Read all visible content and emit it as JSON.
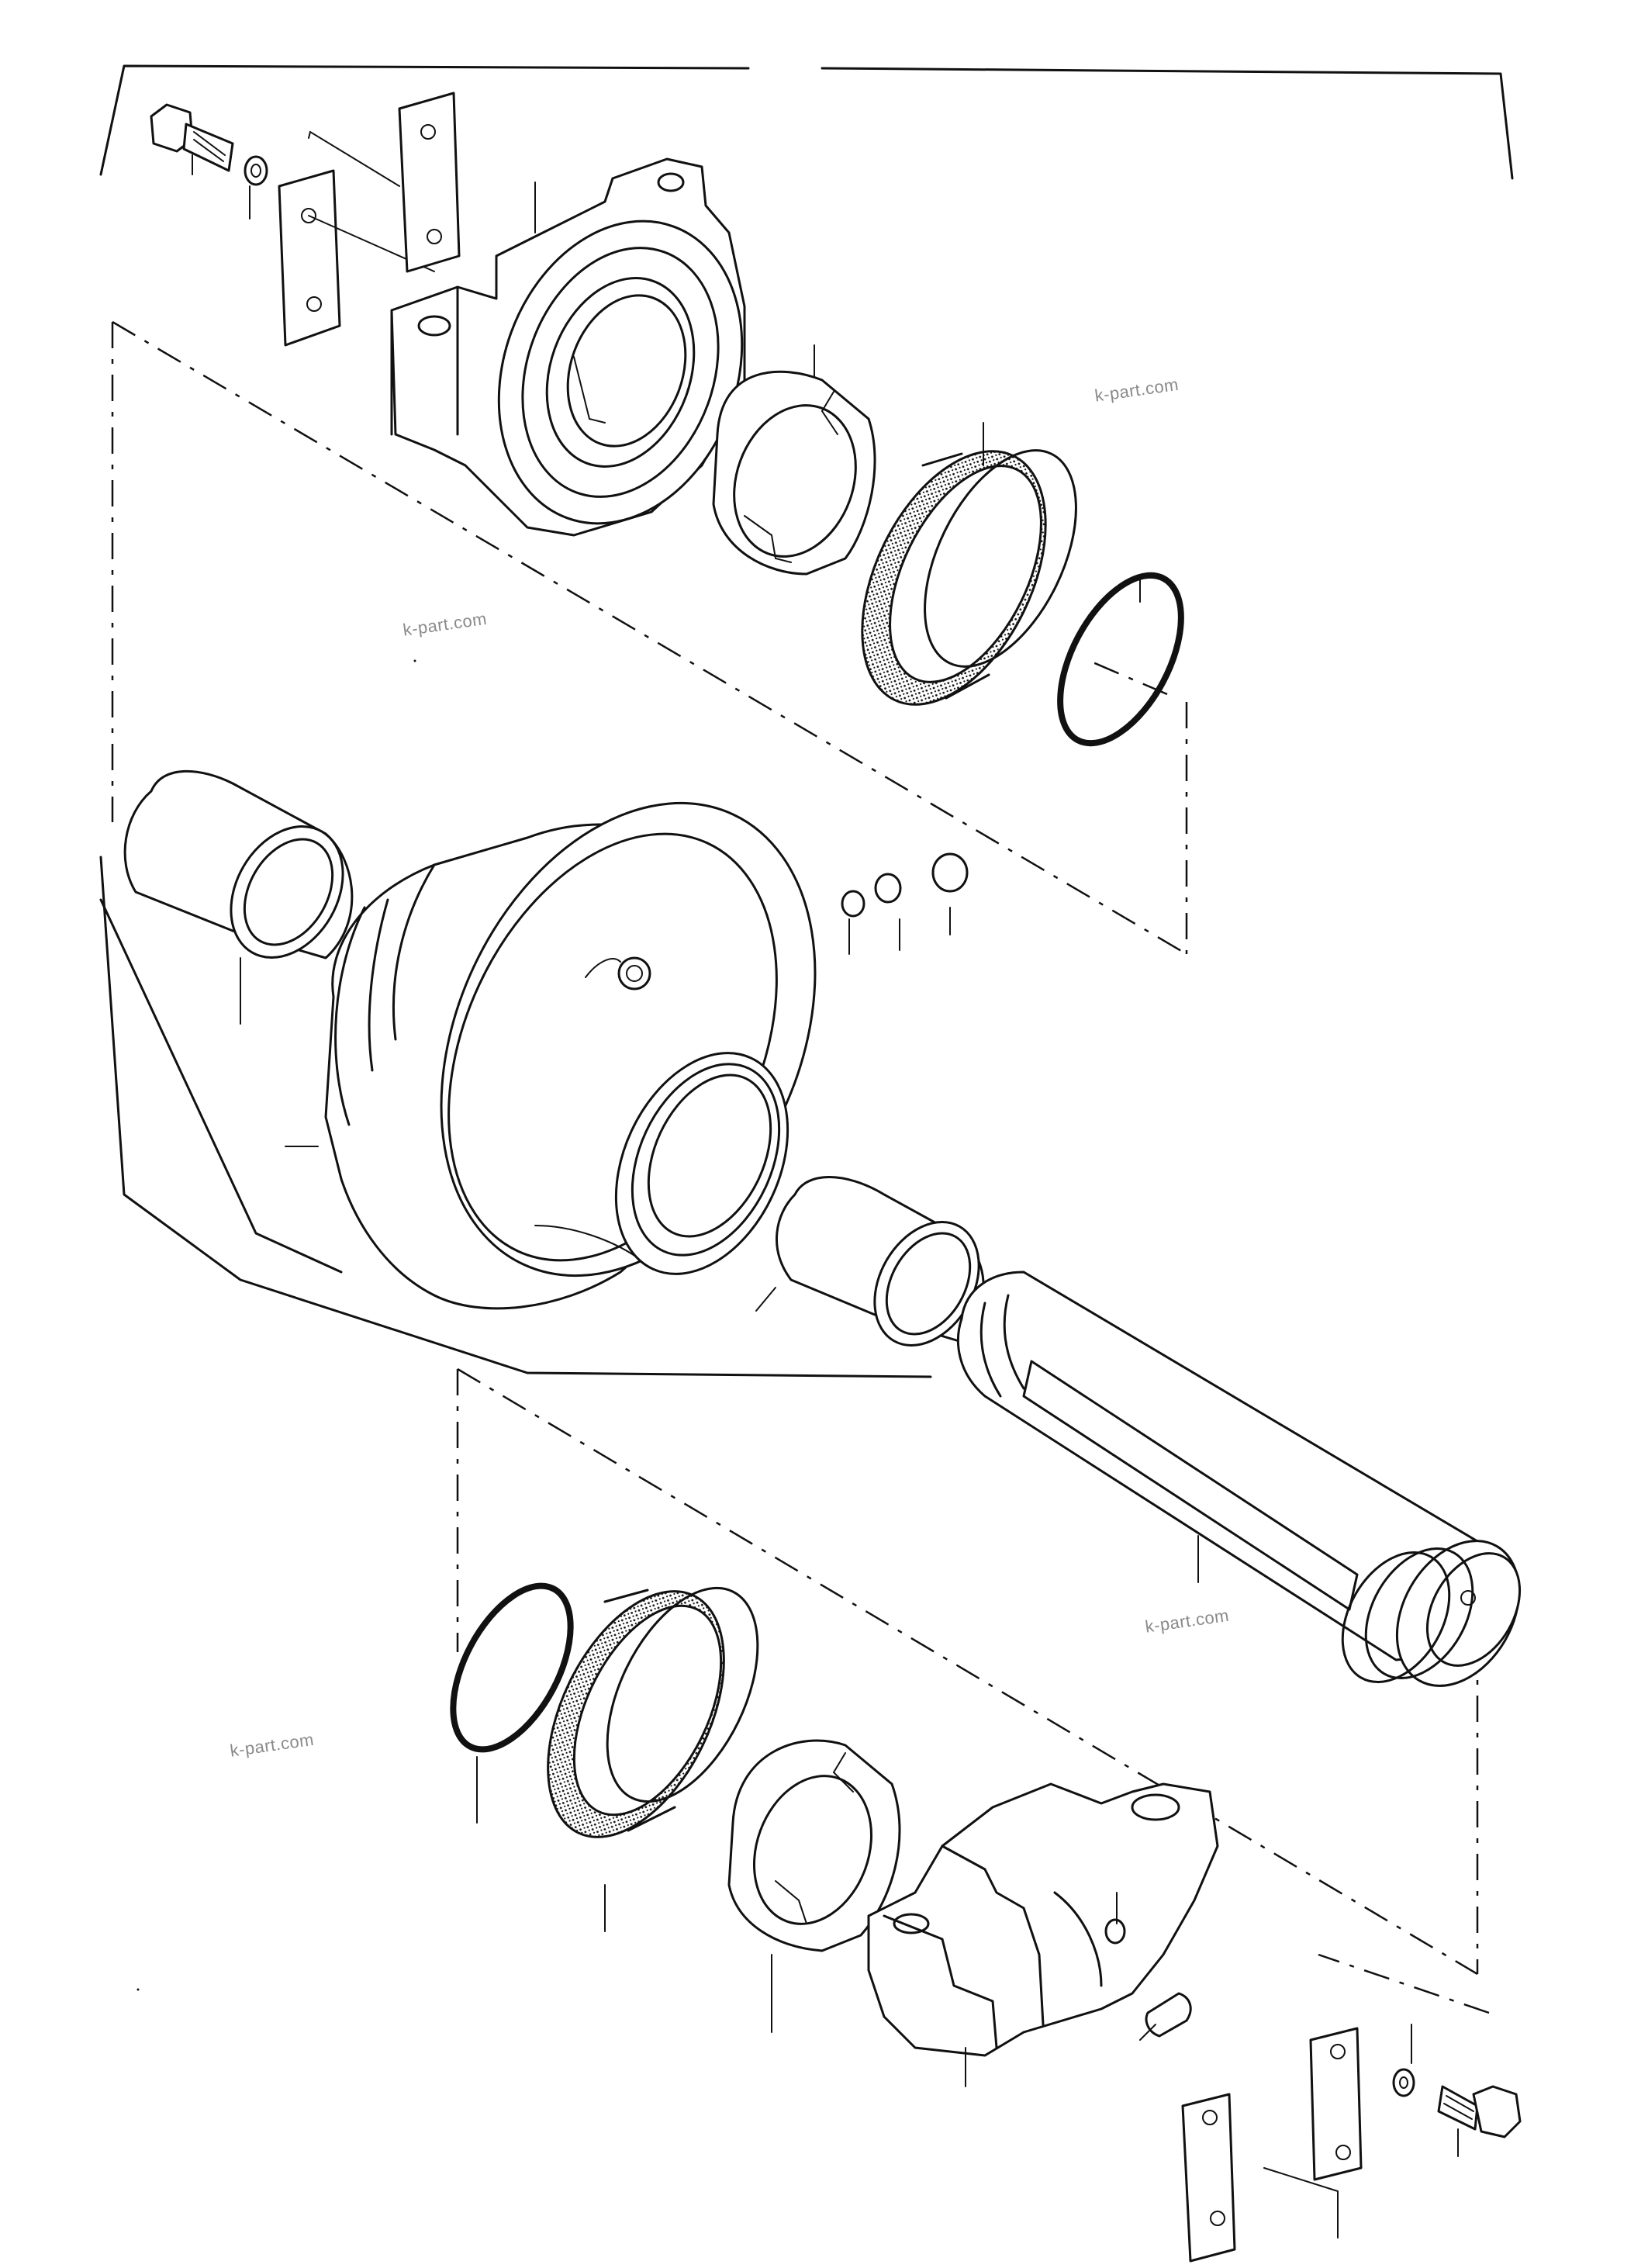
{
  "watermarks": {
    "w1": "k-part.com",
    "w2": "k-part.com",
    "w3": "k-part.com",
    "w4": "k-part.com"
  },
  "colors": {
    "line": "#111111",
    "background": "#ffffff",
    "watermark": "#8a8a8a"
  }
}
